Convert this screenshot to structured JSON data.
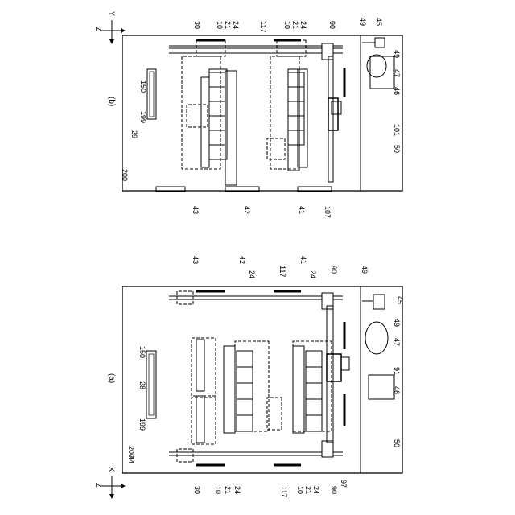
{
  "figures": {
    "a": {
      "panel_label": "(a)",
      "axis": {
        "vertical": "Z",
        "horizontal": "X"
      },
      "labels": {
        "n150": "150",
        "n28": "28",
        "n199": "199",
        "n200": "200",
        "n44": "44",
        "n30": "30",
        "n10": "10",
        "n21": "21",
        "n24a": "24",
        "n117": "117",
        "n10b": "10",
        "n21b": "21",
        "n24b": "24",
        "n90": "90",
        "n43": "43",
        "n42": "42",
        "n24c": "24",
        "n117b": "117",
        "n41": "41",
        "n24d": "24",
        "n90b": "90",
        "n49": "49",
        "n45": "45",
        "n49b": "49",
        "n47": "47",
        "n91": "91",
        "n46": "46",
        "n50": "50",
        "n97": "97"
      }
    },
    "b": {
      "panel_label": "(b)",
      "axis": {
        "vertical": "Z",
        "horizontal": "Y"
      },
      "labels": {
        "n150": "150",
        "n199": "199",
        "n29": "29",
        "n200": "200",
        "n30": "30",
        "n10": "10",
        "n21": "21",
        "n24": "24",
        "n117": "117",
        "n10b": "10",
        "n21b": "21",
        "n24b": "24",
        "n90": "90",
        "n49": "49",
        "n45": "45",
        "n49b": "49",
        "n47": "47",
        "n46": "46",
        "n101": "101",
        "n50": "50",
        "n107": "107",
        "n43": "43",
        "n42": "42",
        "n41": "41"
      }
    }
  }
}
